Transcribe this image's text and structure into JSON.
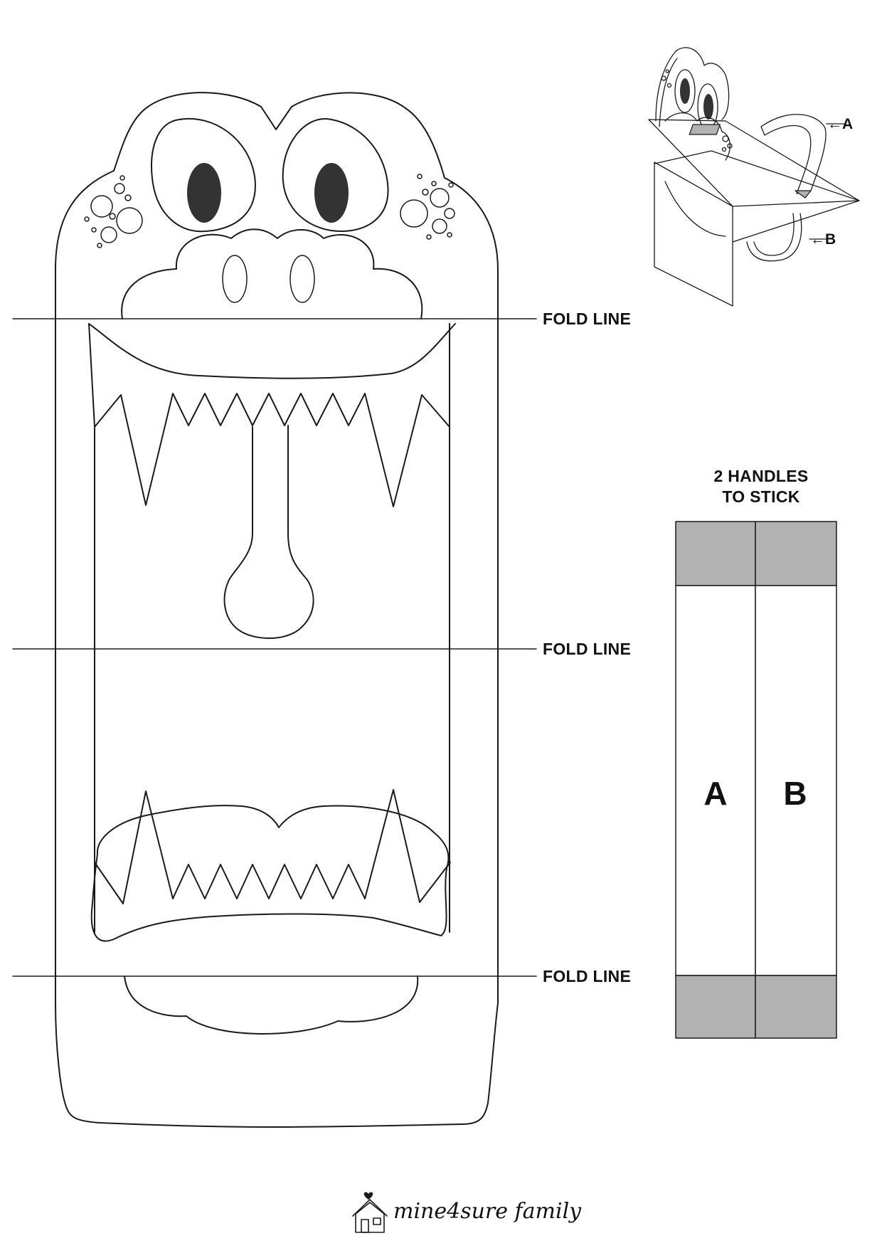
{
  "fold_labels": [
    "FOLD LINE",
    "FOLD LINE",
    "FOLD LINE"
  ],
  "diagram_labels": {
    "arrow_a": "←A",
    "arrow_b": "←B"
  },
  "handles": {
    "title_line1": "2 HANDLES",
    "title_line2": "TO STICK",
    "left_letter": "A",
    "right_letter": "B"
  },
  "brand": {
    "name": "mine4sure family",
    "icon": "house-heart-icon"
  },
  "colors": {
    "outline": "#1a1a1a",
    "pupil": "#333333",
    "glue_area": "#b2b2b2",
    "background": "#ffffff"
  }
}
